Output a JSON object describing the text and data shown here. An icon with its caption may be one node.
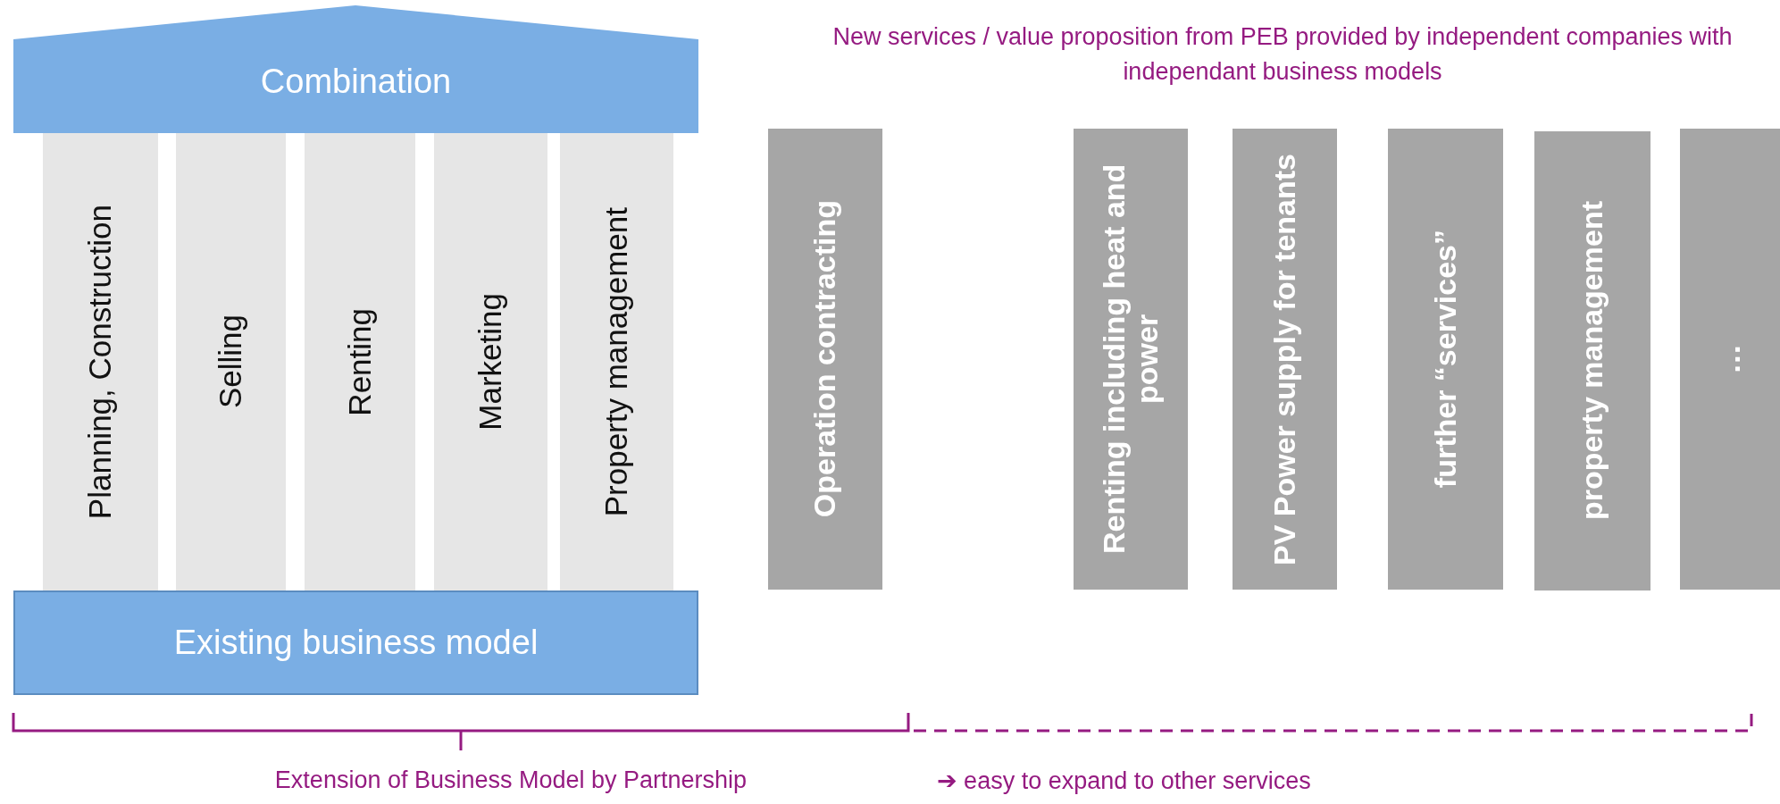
{
  "diagram": {
    "nodes": [
      {
        "text": [
          "Combination"
        ]
      },
      {
        "text": [
          "Planning, Construction"
        ]
      },
      {
        "text": [
          "Selling"
        ]
      },
      {
        "text": [
          "Renting"
        ]
      },
      {
        "text": [
          "Marketing"
        ]
      },
      {
        "text": [
          "Property management"
        ]
      },
      {
        "text": [
          "Existing business model"
        ]
      },
      {
        "text": [
          "Operation contracting"
        ]
      },
      {
        "text": [
          "Renting including heat and power"
        ]
      },
      {
        "text": [
          "PV Power supply for tenants"
        ]
      },
      {
        "text": [
          "further “services”"
        ]
      },
      {
        "text": [
          "property management"
        ]
      },
      {
        "text": [
          "…"
        ]
      }
    ],
    "labels": [
      "New services / value proposition from PEB provided by independent companies with independant business models",
      "Extension of Business Model by Partnership",
      "➔ easy to expand to other services"
    ]
  }
}
